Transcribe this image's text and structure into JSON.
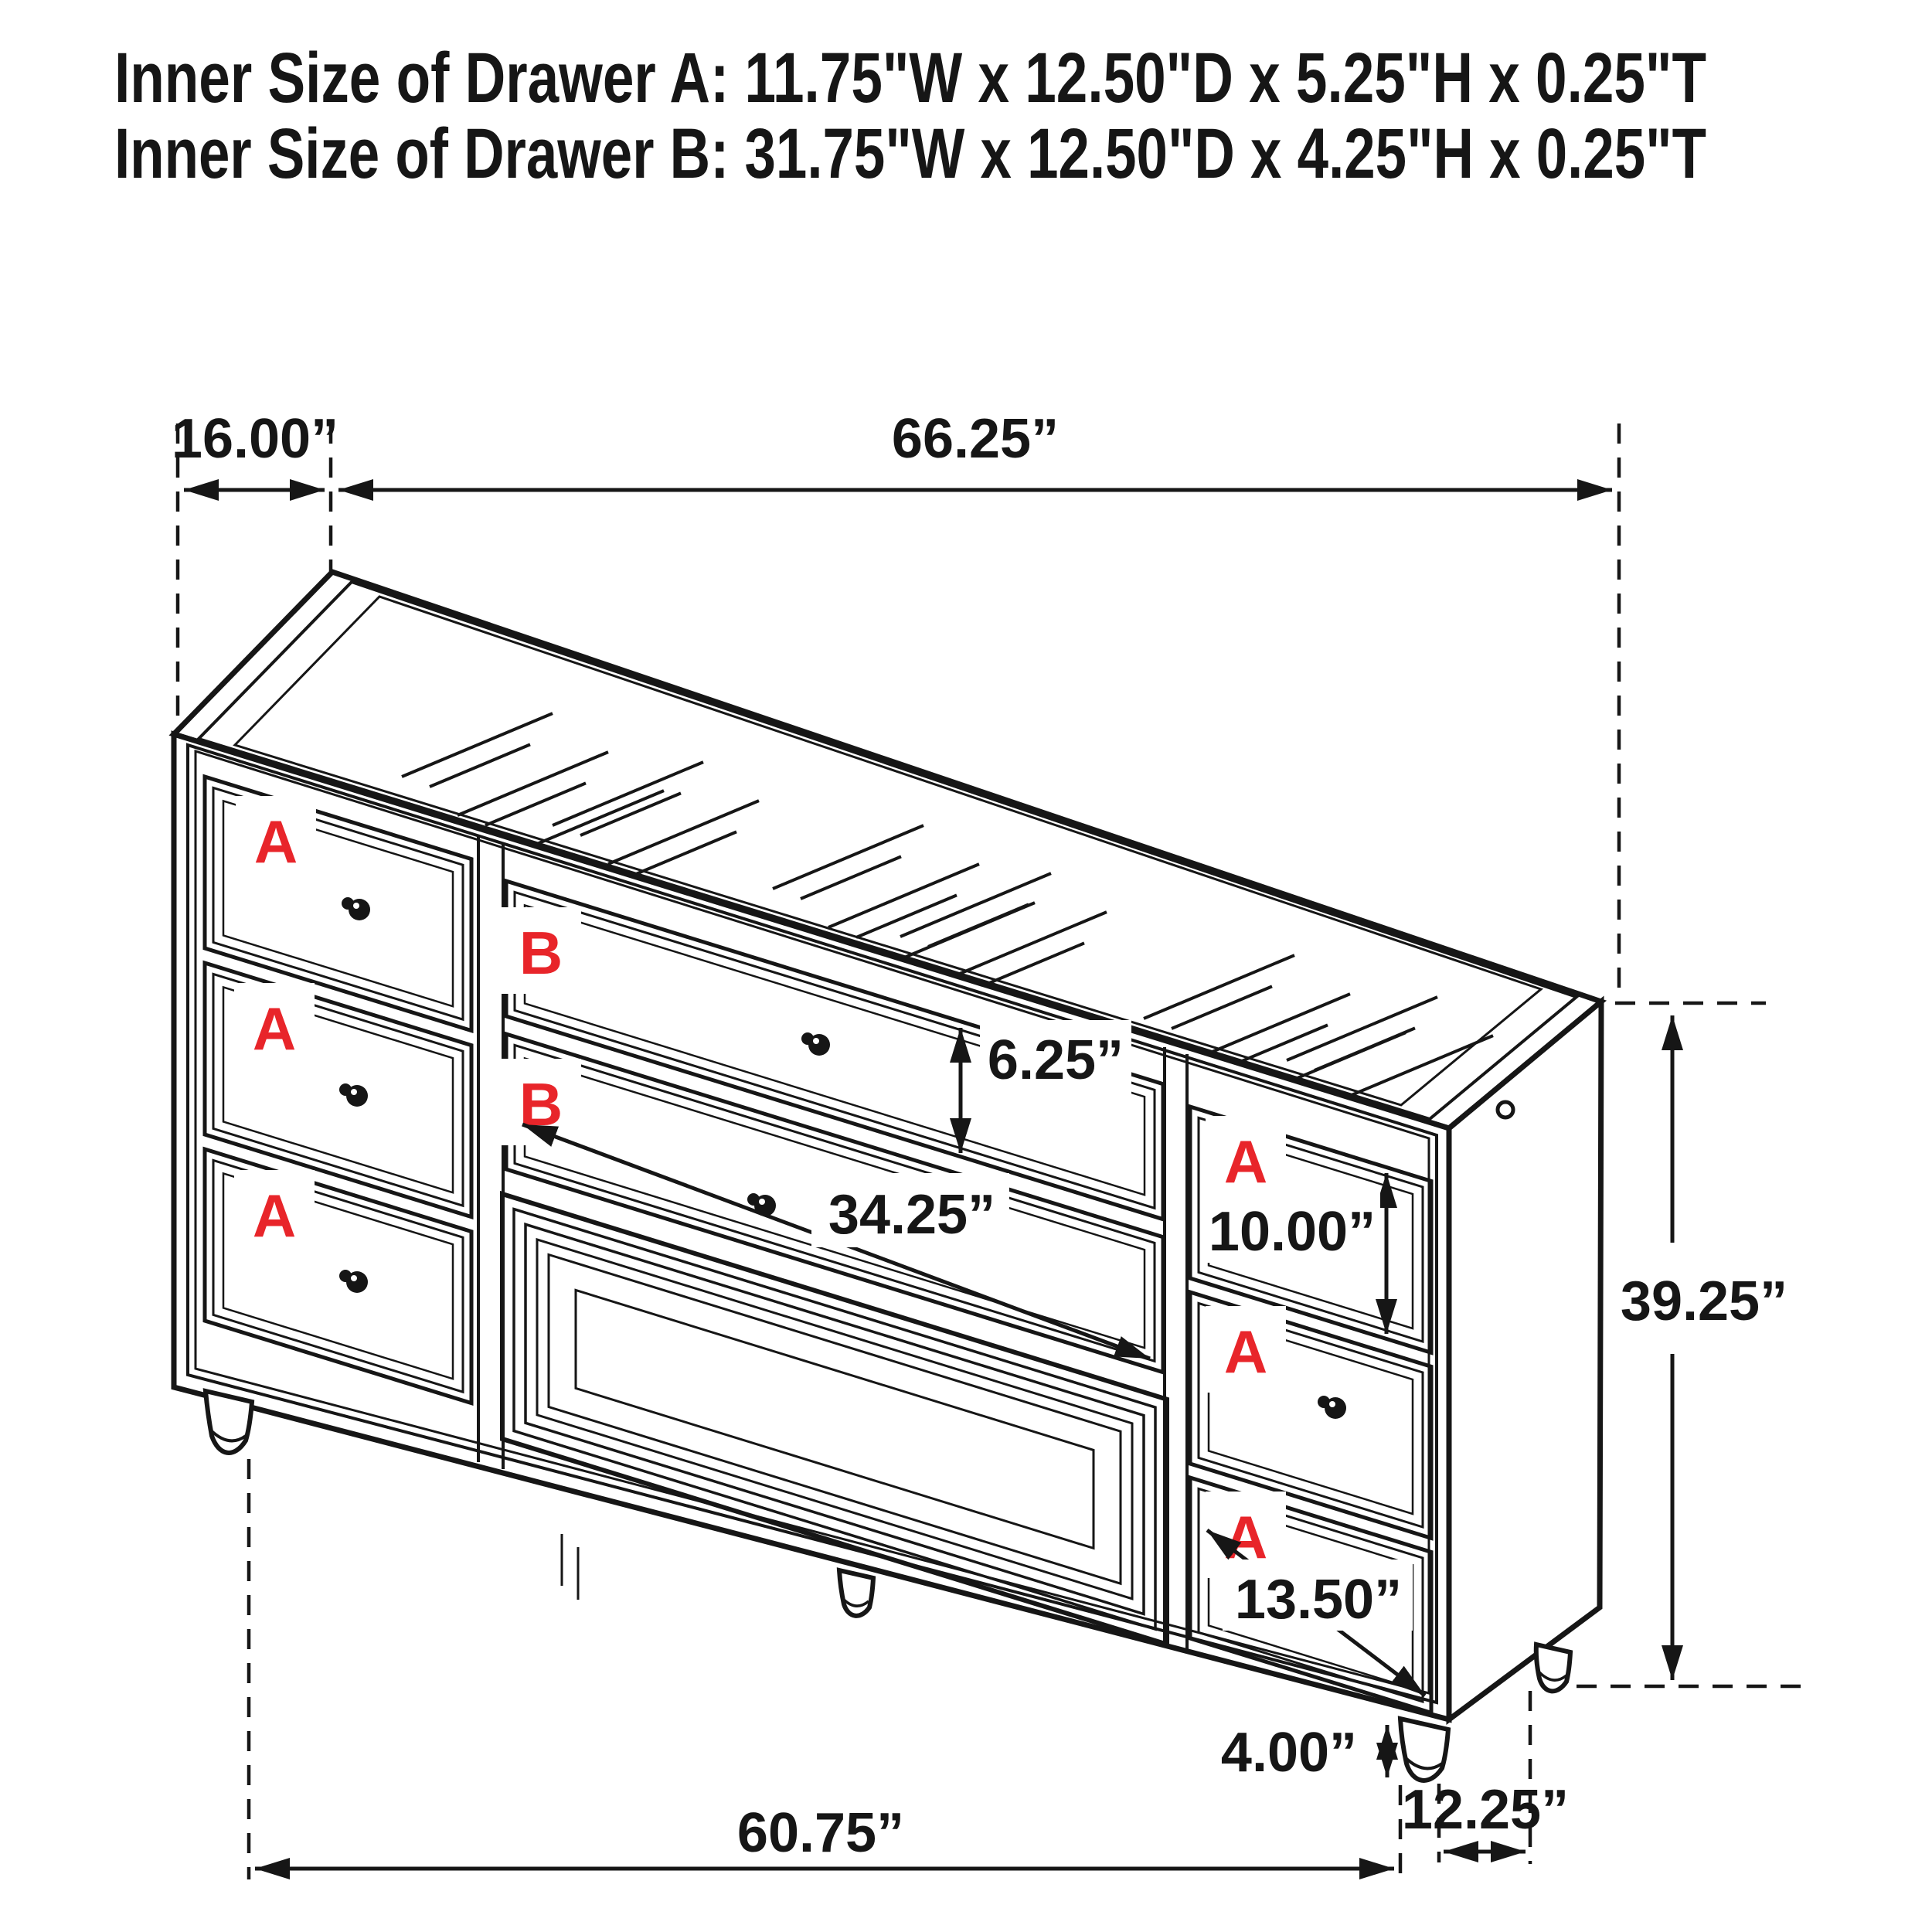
{
  "header": {
    "line1": "Inner Size of Drawer A: 11.75\"W x 12.50\"D x 5.25\"H x 0.25\"T",
    "line2": "Inner Size of Drawer B: 31.75\"W x 12.50\"D x 4.25\"H x 0.25\"T"
  },
  "dimensions": {
    "top_depth": "16.00”",
    "top_width": "66.25”",
    "drawer_b_height": "6.25”",
    "drawer_b_width": "34.25”",
    "right_top_drawer_height": "10.00”",
    "cabinet_height": "39.25”",
    "right_bottom_drawer_width": "13.50”",
    "foot_height": "4.00”",
    "front_feet_span": "60.75”",
    "side_feet_span": "12.25”"
  },
  "drawer_labels": {
    "a": "A",
    "b": "B"
  },
  "colors": {
    "label_red": "#e8252a",
    "line_color": "#161616"
  }
}
